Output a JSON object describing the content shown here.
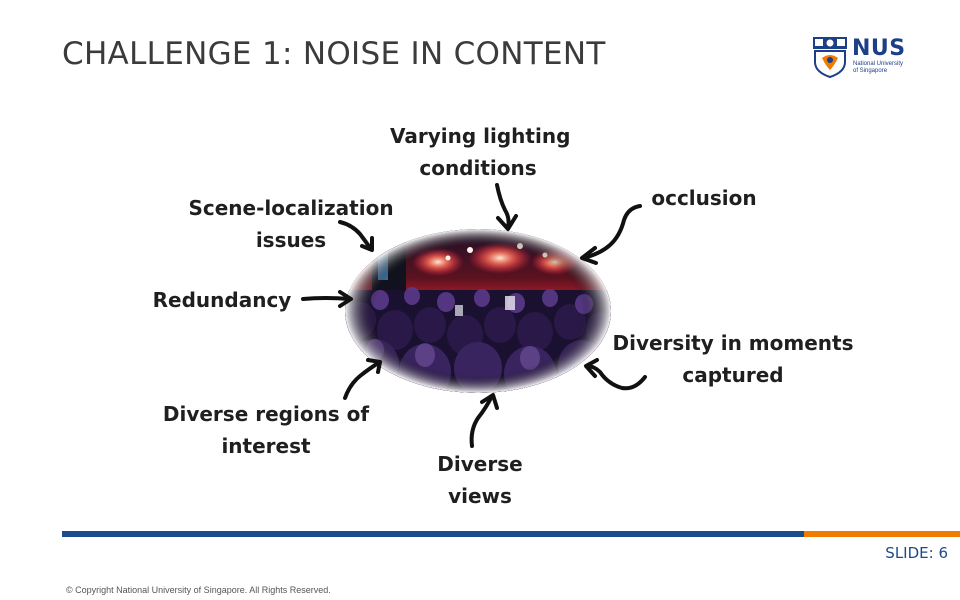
{
  "slide": {
    "title": "CHALLENGE 1: NOISE IN CONTENT",
    "slide_number": "SLIDE: 6",
    "copyright": "© Copyright National University of Singapore. All Rights Reserved."
  },
  "logo": {
    "name": "NUS",
    "subtitle_line1": "National University",
    "subtitle_line2": "of Singapore",
    "brand_color": "#1d3f88"
  },
  "labels": {
    "lighting": [
      "Varying lighting",
      "conditions"
    ],
    "occlusion": [
      "occlusion"
    ],
    "scene": [
      "Scene-localization",
      "issues"
    ],
    "redundancy": [
      "Redundancy"
    ],
    "moments": [
      "Diversity in moments",
      "captured"
    ],
    "regions": [
      "Diverse regions of",
      "interest"
    ],
    "views": [
      "Diverse",
      "views"
    ]
  },
  "colors": {
    "bar_blue": "#1c4a8c",
    "bar_orange": "#ef7c00"
  },
  "image": {
    "icon": "concert-crowd-image"
  }
}
